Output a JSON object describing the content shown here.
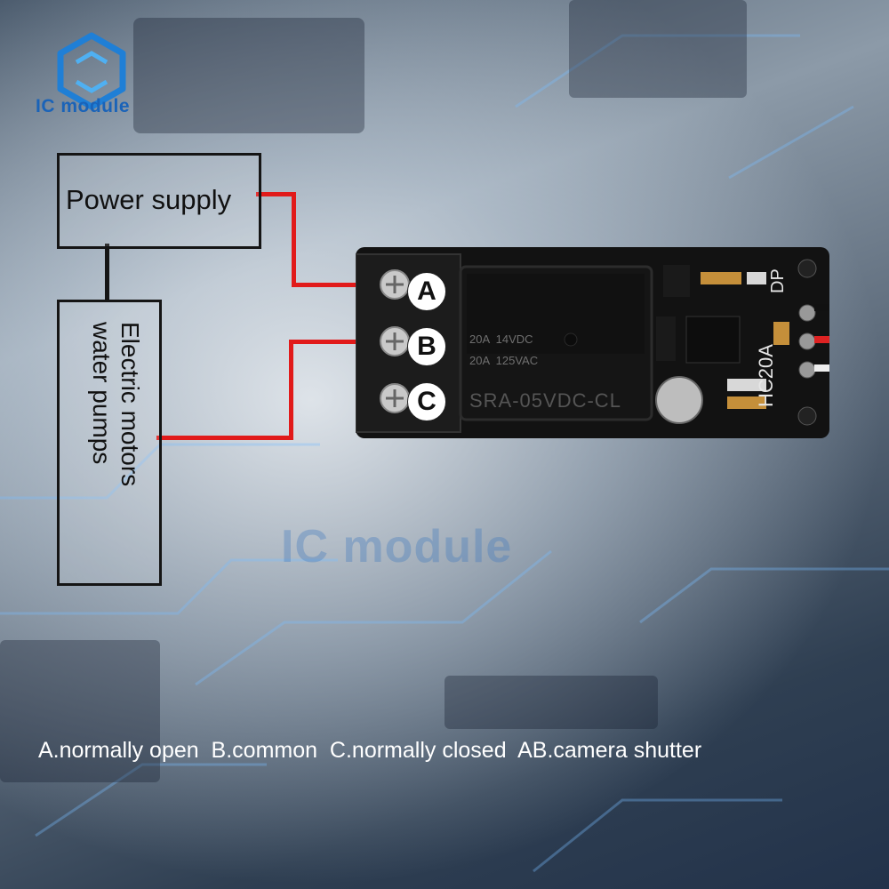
{
  "brand": {
    "name": "IC module",
    "watermark": "IC module"
  },
  "boxes": {
    "power_supply": "Power supply",
    "load": "Electric motors\nwater pumps"
  },
  "terminals": [
    "A",
    "B",
    "C"
  ],
  "relay_markings": {
    "rating_dc": "20A  14VDC",
    "rating_ac": "20A  125VAC",
    "model": "SRA-05VDC-CL"
  },
  "board_markings": {
    "model": "HC20A",
    "label": "DP"
  },
  "caption": "A.normally open  B.common  C.normally closed  AB.camera shutter",
  "colors": {
    "wire": "#e11a1a",
    "brand": "#1a63b8",
    "board": "#111111"
  }
}
